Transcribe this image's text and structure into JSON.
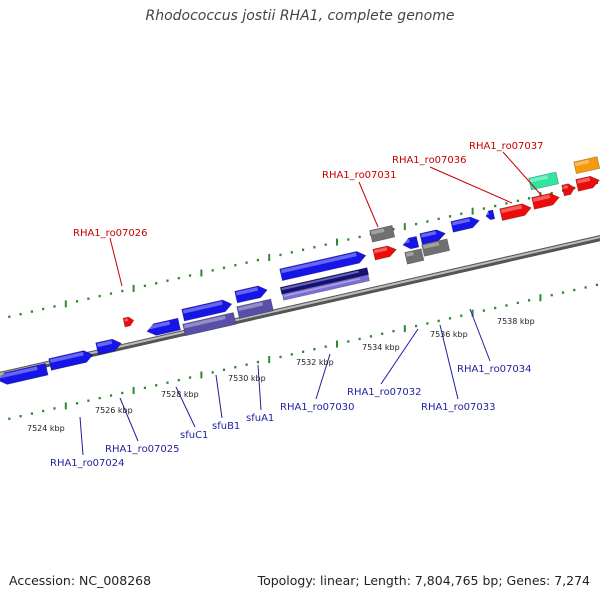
{
  "title": "Rhodococcus jostii RHA1, complete genome",
  "footer": {
    "accession": "Accession: NC_008268",
    "summary": "Topology: linear; Length: 7,804,765 bp; Genes: 7,274"
  },
  "colors": {
    "blue_gene": "#1515e8",
    "red_gene": "#ee0b0b",
    "grey_gene": "#707070",
    "purple_gene": "#5a4fa8",
    "navy_gene": "#14107a",
    "teal_gene": "#2ee6a0",
    "orange_gene": "#f59a0d",
    "backbone": "#7a7a7a",
    "tick": "#2c8a2c",
    "blue_label": "#1f1fa0",
    "red_label": "#c80000"
  },
  "scale_labels": [
    "7524 kbp",
    "7526 kbp",
    "7528 kbp",
    "7530 kbp",
    "7532 kbp",
    "7534 kbp",
    "7536 kbp",
    "7538 kbp"
  ],
  "genes_bottom": [
    "RHA1_ro07024",
    "RHA1_ro07025",
    "sfuC1",
    "sfuB1",
    "sfuA1",
    "RHA1_ro07030",
    "RHA1_ro07032",
    "RHA1_ro07033",
    "RHA1_ro07034"
  ],
  "genes_top": [
    "RHA1_ro07026",
    "RHA1_ro07031",
    "RHA1_ro07036",
    "RHA1_ro07037"
  ]
}
